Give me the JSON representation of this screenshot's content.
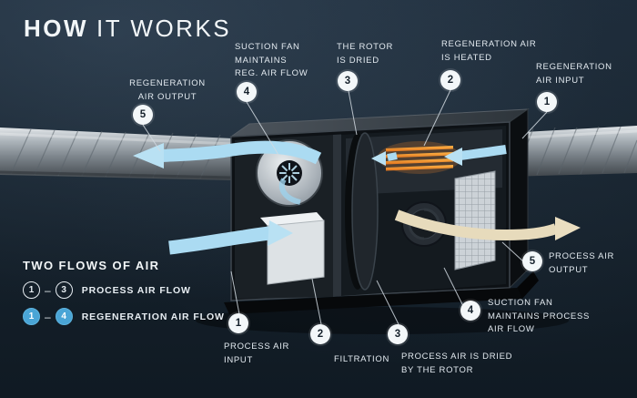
{
  "title": {
    "bold": "HOW",
    "rest": "IT WORKS"
  },
  "legend": {
    "heading": "TWO FLOWS OF AIR",
    "rows": [
      {
        "from": "1",
        "sep": "–",
        "to": "3",
        "label": "PROCESS AIR FLOW"
      },
      {
        "from": "1",
        "sep": "–",
        "to": "4",
        "label": "REGENERATION AIR FLOW"
      }
    ]
  },
  "callouts": [
    {
      "num": "5",
      "label": "REGENERATION\nAIR OUTPUT"
    },
    {
      "num": "4",
      "label": "SUCTION FAN\nMAINTAINS\nREG. AIR FLOW"
    },
    {
      "num": "3",
      "label": "THE ROTOR\nIS DRIED"
    },
    {
      "num": "2",
      "label": "REGENERATION AIR\nIS HEATED"
    },
    {
      "num": "1",
      "label": "REGENERATION\nAIR INPUT"
    },
    {
      "num": "5",
      "label": "PROCESS AIR\nOUTPUT"
    },
    {
      "num": "4",
      "label": "SUCTION FAN\nMAINTAINS PROCESS\nAIR FLOW"
    },
    {
      "num": "3",
      "label": "PROCESS AIR IS DRIED\nBY THE ROTOR"
    },
    {
      "num": "2",
      "label": "FILTRATION"
    },
    {
      "num": "1",
      "label": "PROCESS AIR\nINPUT"
    }
  ],
  "colors": {
    "background": "#16222d",
    "accent_blue": "#4aa5d6",
    "flow_blue": "#abdbf2",
    "heater_orange": "#f08c2e",
    "dry_air_tan": "#e7dbbc"
  }
}
